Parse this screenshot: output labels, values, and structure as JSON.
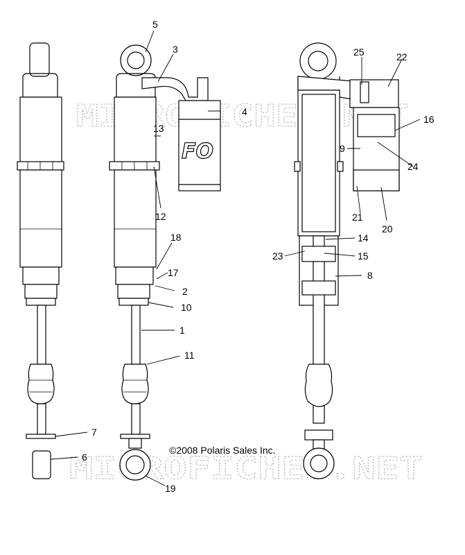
{
  "copyright": "©2008 Polaris Sales Inc.",
  "watermarks": [
    "MICROFICHES.NET",
    "MICROFICHES.NET"
  ],
  "reservoir_logo": "FO",
  "callouts": [
    {
      "label": "5"
    },
    {
      "label": "3"
    },
    {
      "label": "4"
    },
    {
      "label": "13"
    },
    {
      "label": "12"
    },
    {
      "label": "18"
    },
    {
      "label": "17"
    },
    {
      "label": "2"
    },
    {
      "label": "10"
    },
    {
      "label": "1"
    },
    {
      "label": "11"
    },
    {
      "label": "7"
    },
    {
      "label": "6"
    },
    {
      "label": "19"
    },
    {
      "label": "25"
    },
    {
      "label": "22"
    },
    {
      "label": "16"
    },
    {
      "label": "9"
    },
    {
      "label": "24"
    },
    {
      "label": "21"
    },
    {
      "label": "20"
    },
    {
      "label": "14"
    },
    {
      "label": "23"
    },
    {
      "label": "15"
    },
    {
      "label": "8"
    }
  ]
}
